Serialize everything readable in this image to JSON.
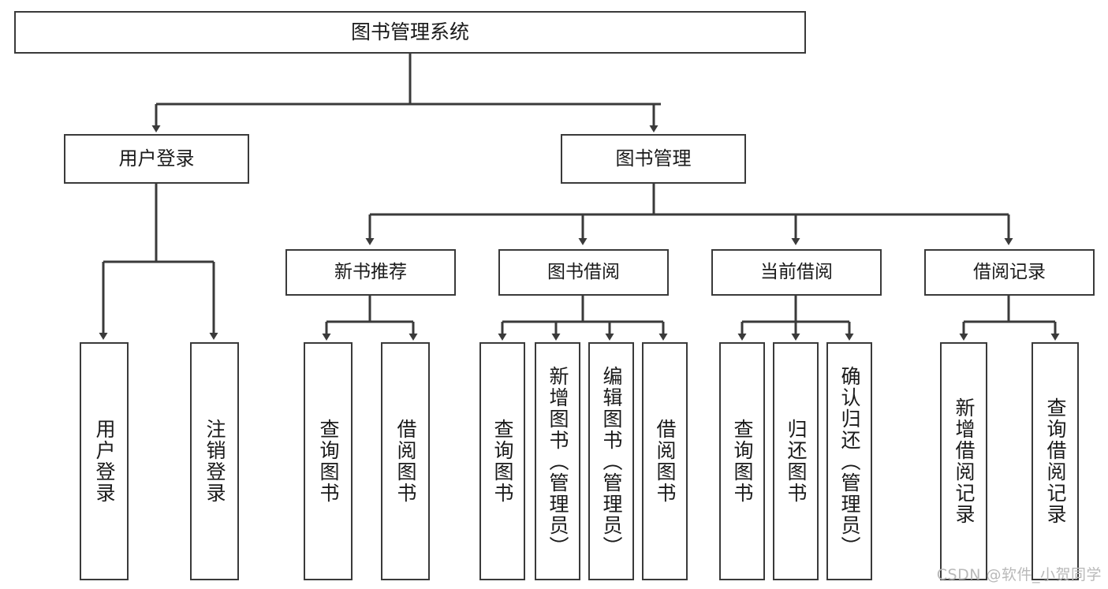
{
  "diagram": {
    "title": "图书管理系统",
    "type": "hierarchy-tree",
    "theme": {
      "stroke": "#3a3a3a",
      "fill": "#ffffff",
      "text": "#1a1a1a",
      "background": "#ffffff",
      "watermark_color": "#b9b9b9"
    },
    "root": {
      "label": "图书管理系统"
    },
    "level2": [
      {
        "label": "用户登录"
      },
      {
        "label": "图书管理"
      }
    ],
    "level3": [
      {
        "label": "新书推荐"
      },
      {
        "label": "图书借阅"
      },
      {
        "label": "当前借阅"
      },
      {
        "label": "借阅记录"
      }
    ],
    "leaves": {
      "user_login": [
        {
          "label": "用户登录"
        },
        {
          "label": "注销登录"
        }
      ],
      "new_book_recommend": [
        {
          "label": "查询图书"
        },
        {
          "label": "借阅图书"
        }
      ],
      "book_borrow": [
        {
          "label": "查询图书"
        },
        {
          "label": "新增图书（管理员）"
        },
        {
          "label": "编辑图书（管理员）"
        },
        {
          "label": "借阅图书"
        }
      ],
      "current_borrow": [
        {
          "label": "查询图书"
        },
        {
          "label": "归还图书"
        },
        {
          "label": "确认归还（管理员）"
        }
      ],
      "borrow_record": [
        {
          "label": "新增借阅记录"
        },
        {
          "label": "查询借阅记录"
        }
      ]
    },
    "watermark": "CSDN @软件_小贺同学"
  }
}
